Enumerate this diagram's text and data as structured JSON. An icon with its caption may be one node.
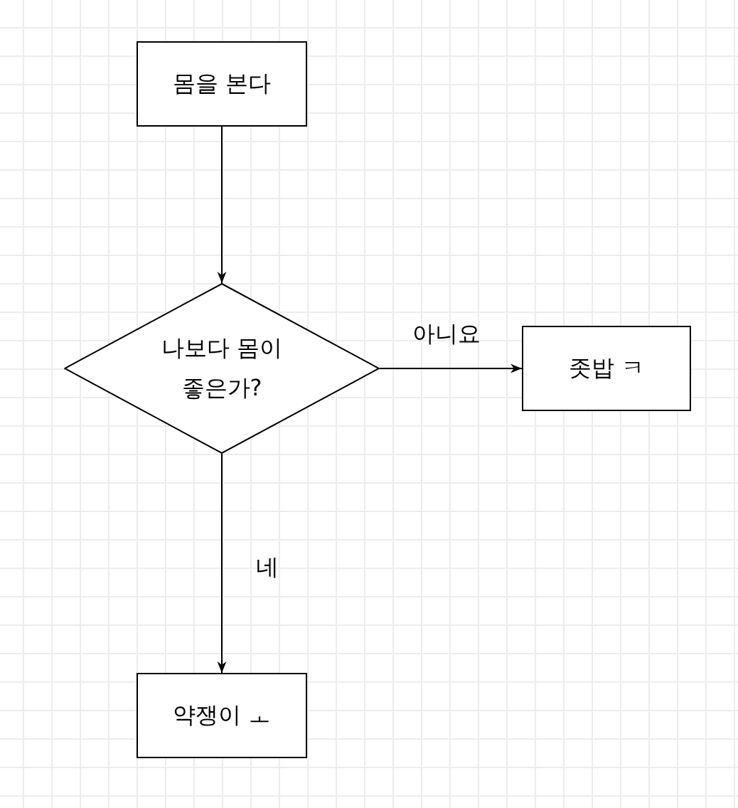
{
  "diagram": {
    "nodes": [
      {
        "text": [
          "몸을 본다"
        ]
      },
      {
        "text": [
          "나보다 몸이 좋은가?"
        ]
      },
      {
        "text": [
          "좃밥 ㅋ"
        ]
      },
      {
        "text": [
          "약쟁이 ㅗ"
        ]
      }
    ],
    "edges": [
      {
        "from": 0,
        "to": 1,
        "arrow": "to"
      },
      {
        "from": 1,
        "to": 2,
        "label": "아니요",
        "arrow": "to"
      },
      {
        "from": 1,
        "to": 3,
        "label": "네",
        "arrow": "to"
      }
    ]
  }
}
